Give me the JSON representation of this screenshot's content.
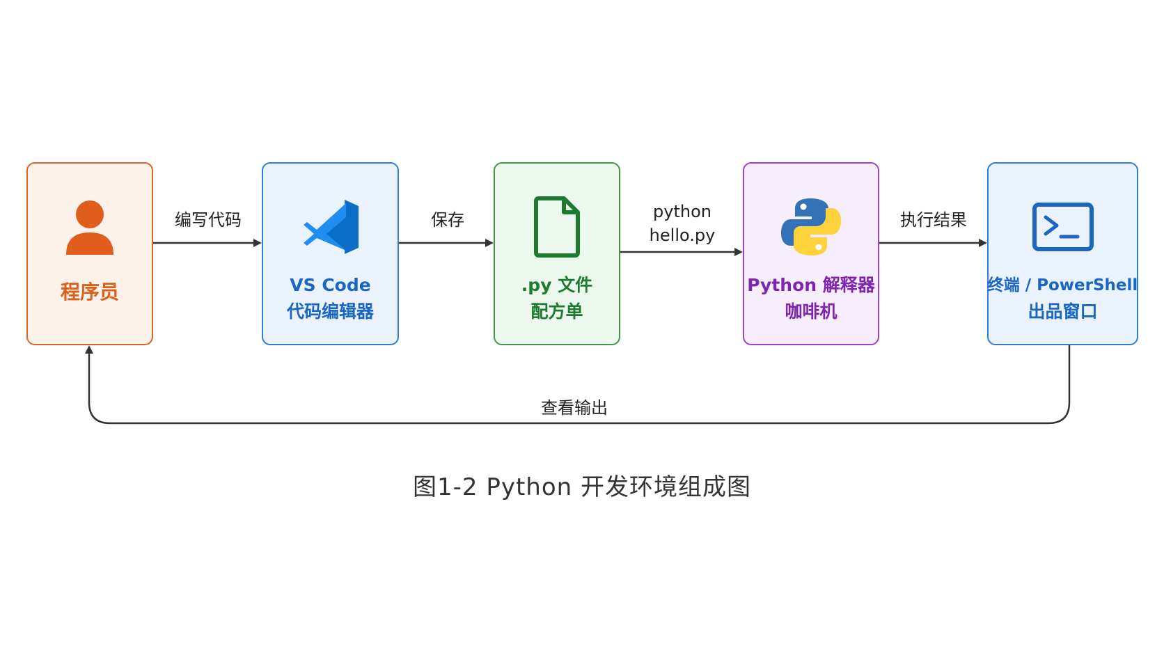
{
  "nodes": {
    "developer": {
      "line1": "程序员"
    },
    "editor": {
      "line1": "VS Code",
      "line2": "代码编辑器"
    },
    "pyfile": {
      "line1": ".py 文件",
      "line2": "配方单"
    },
    "interpreter": {
      "line1": "Python 解释器",
      "line2": "咖啡机"
    },
    "terminal": {
      "line1": "终端 / PowerShell",
      "line2": "出品窗口"
    }
  },
  "edges": {
    "write_code": "编写代码",
    "save": "保存",
    "run_line1": "python",
    "run_line2": "hello.py",
    "exec_result": "执行结果",
    "view_output": "查看输出"
  },
  "caption": "图1-2  Python 开发环境组成图",
  "icons": {
    "developer": "person-icon",
    "editor": "vscode-icon",
    "pyfile": "file-icon",
    "interpreter": "python-logo-icon",
    "terminal": "terminal-icon"
  },
  "colors": {
    "developer": "#e0632c",
    "editor": "#2f7dd6",
    "pyfile": "#3a9a4a",
    "interpreter": "#9d3fd0",
    "terminal": "#2f7dd6",
    "arrow": "#333333"
  }
}
